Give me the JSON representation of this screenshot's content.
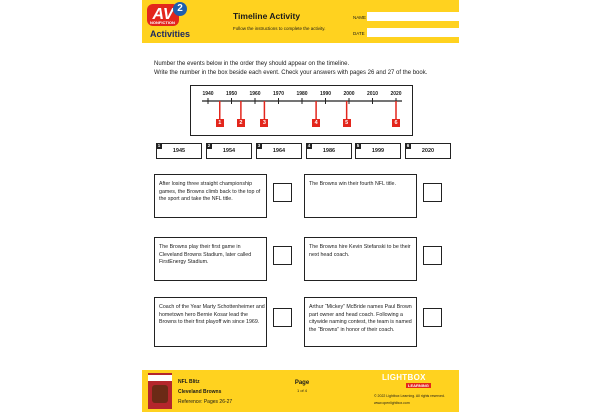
{
  "header": {
    "logo_main": "AV",
    "logo_superscript": "2",
    "logo_sub": "NONFICTION",
    "activities_label": "Activities",
    "title": "Timeline Activity",
    "subtitle": "Follow the instructions to complete the activity.",
    "name_label": "NAME",
    "date_label": "DATE"
  },
  "instructions": {
    "line1": "Number the events below in the order they should appear on the timeline.",
    "line2": "Write the number in the box beside each event. Check your answers with pages 26 and 27 of the book."
  },
  "timeline": {
    "ticks": [
      "1940",
      "1950",
      "1960",
      "1970",
      "1980",
      "1990",
      "2000",
      "2010",
      "2020"
    ],
    "markers": [
      {
        "num": "1",
        "year": 1945
      },
      {
        "num": "2",
        "year": 1954
      },
      {
        "num": "3",
        "year": 1964
      },
      {
        "num": "4",
        "year": 1986
      },
      {
        "num": "5",
        "year": 1999
      },
      {
        "num": "6",
        "year": 2020
      }
    ]
  },
  "year_boxes": [
    {
      "num": "1",
      "year": "1945"
    },
    {
      "num": "2",
      "year": "1954"
    },
    {
      "num": "3",
      "year": "1964"
    },
    {
      "num": "4",
      "year": "1986"
    },
    {
      "num": "5",
      "year": "1999"
    },
    {
      "num": "6",
      "year": "2020"
    }
  ],
  "events": [
    {
      "text": "After losing three straight championship games, the Browns climb back to the top of the sport and take the NFL title."
    },
    {
      "text": "The Browns win their fourth NFL title."
    },
    {
      "text": "The Browns play their first game in Cleveland Browns Stadium, later called FirstEnergy Stadium."
    },
    {
      "text": "The Browns hire Kevin Stefanski to be their next head coach."
    },
    {
      "text": "Coach of the Year Marty Schottenheimer and hometown hero Bernie Kosar lead the Browns to their first playoff win since 1969."
    },
    {
      "text": "Arthur “Mickey” McBride names Paul Brown part owner and head coach. Following a citywide naming contest, the team is named the “Browns” in honor of their coach."
    }
  ],
  "footer": {
    "series": "NFL Blitz",
    "book_title": "Cleveland Browns",
    "reference": "Reference: Pages 26-27",
    "page_label": "Page",
    "page_of": "1 of 4",
    "publisher": "LIGHTBOX",
    "publisher_sub": "LEARNING",
    "copyright": "© 2022 Lightbox Learning. All rights reserved.",
    "website": "www.openlightbox.com",
    "book_cover_text": "BROWNS"
  },
  "colors": {
    "accent_yellow": "#ffd21f",
    "marker_red": "#e3261c",
    "logo_blue": "#1f5fae"
  }
}
